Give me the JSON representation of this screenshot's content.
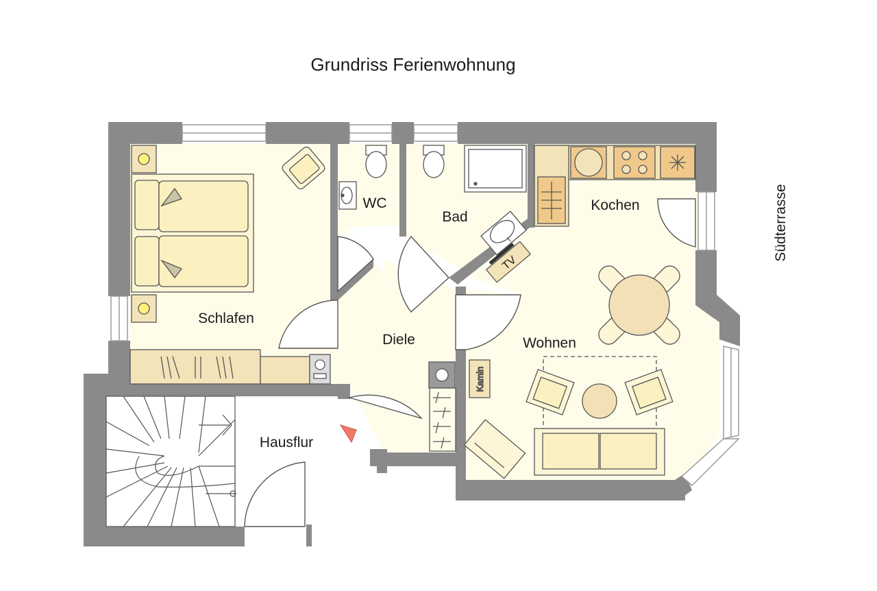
{
  "title": "Grundriss Ferienwohnung",
  "rooms": {
    "schlafen": "Schlafen",
    "wc": "WC",
    "bad": "Bad",
    "kochen": "Kochen",
    "diele": "Diele",
    "wohnen": "Wohnen",
    "hausflur": "Hausflur"
  },
  "terrace": "Südterrasse",
  "furniture": {
    "tv": "TV",
    "kamin": "Kamin"
  },
  "colors": {
    "wall": "#8a8a8a",
    "floor": "#fffdea",
    "furniture_fill": "#fdf6d6",
    "cabinet": "#f3e3b8",
    "kitchen_unit": "#f0c98a",
    "entrance_marker": "#f07a6a",
    "window_frame": "#cfcfcf"
  }
}
